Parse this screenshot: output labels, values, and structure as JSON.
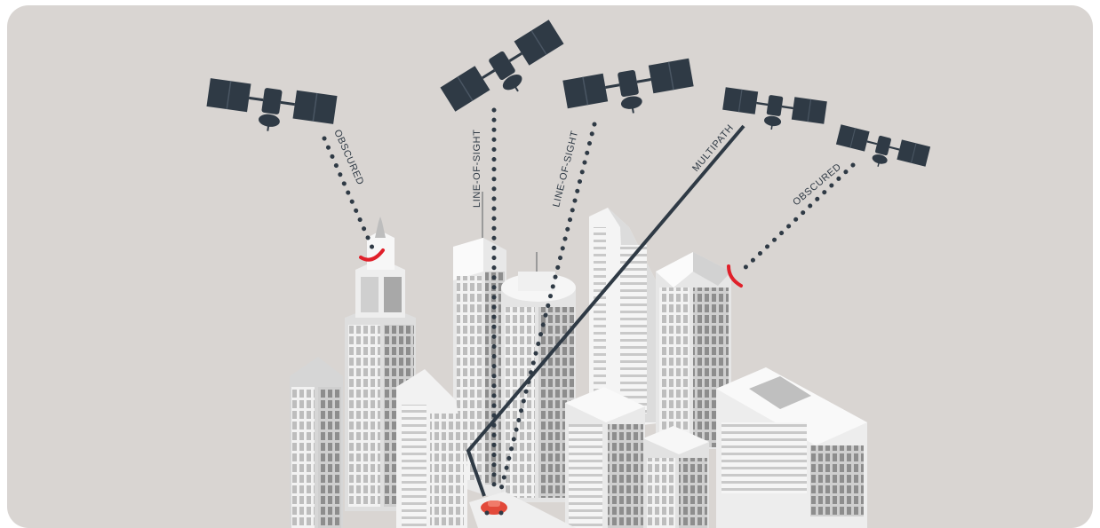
{
  "colors": {
    "background": "#d9d5d2",
    "satellite": "#2f3a45",
    "signal": "#2f3a45",
    "blocked": "#e0202a",
    "car": "#e2493a"
  },
  "icons": [
    "satellite-icon",
    "building-icon",
    "car-icon"
  ],
  "labels": {
    "obscured_left": "OBSCURED",
    "line_of_sight_1": "LINE-OF-SIGHT",
    "line_of_sight_2": "LINE-OF-SIGHT",
    "multipath": "MULTIPATH",
    "obscured_right": "OBSCURED"
  }
}
